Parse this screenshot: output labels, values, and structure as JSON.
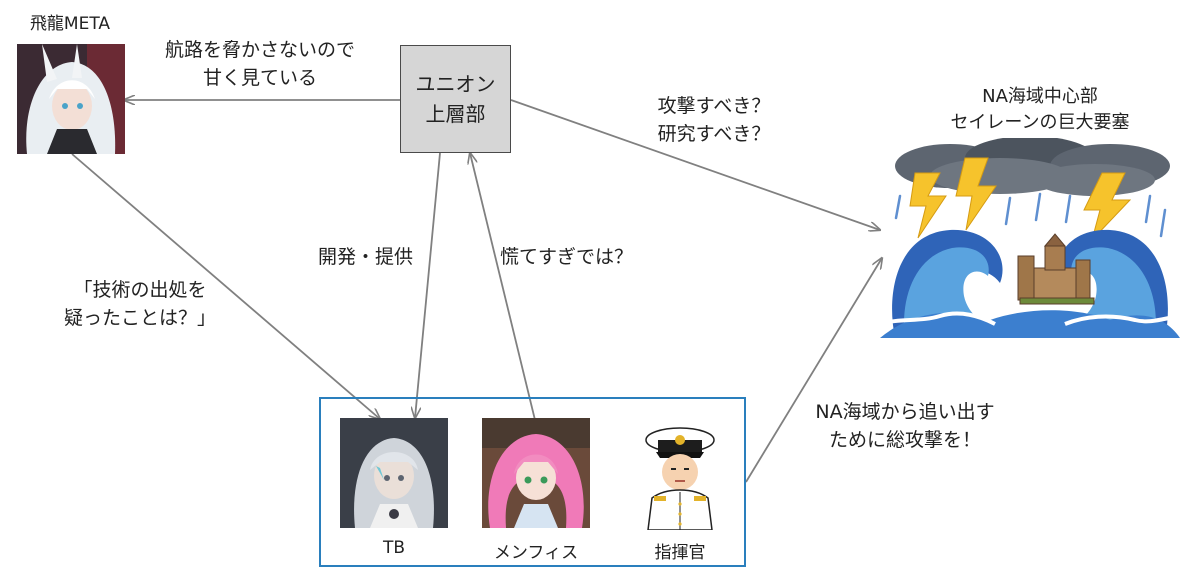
{
  "nodes": {
    "meta": {
      "name": "飛龍META"
    },
    "union": {
      "line1": "ユニオン",
      "line2": "上層部"
    },
    "na_fortress": {
      "line1": "NA海域中心部",
      "line2": "セイレーンの巨大要塞"
    },
    "tb": {
      "name": "TB"
    },
    "memphis": {
      "name": "メンフィス"
    },
    "commander": {
      "name": "指揮官"
    }
  },
  "edges": {
    "union_to_meta": {
      "line1": "航路を脅かさないので",
      "line2": "甘く見ている"
    },
    "union_to_fortress": {
      "line1": "攻撃すべき？",
      "line2": "研究すべき？"
    },
    "union_to_tb": {
      "text": "開発・提供"
    },
    "memphis_to_union": {
      "text": "慌てすぎでは？"
    },
    "meta_to_tb": {
      "line1": "「技術の出処を",
      "line2": "疑ったことは？」"
    },
    "fleet_to_fortress": {
      "line1": "NA海域から追い出す",
      "line2": "ために総攻撃を！"
    }
  }
}
